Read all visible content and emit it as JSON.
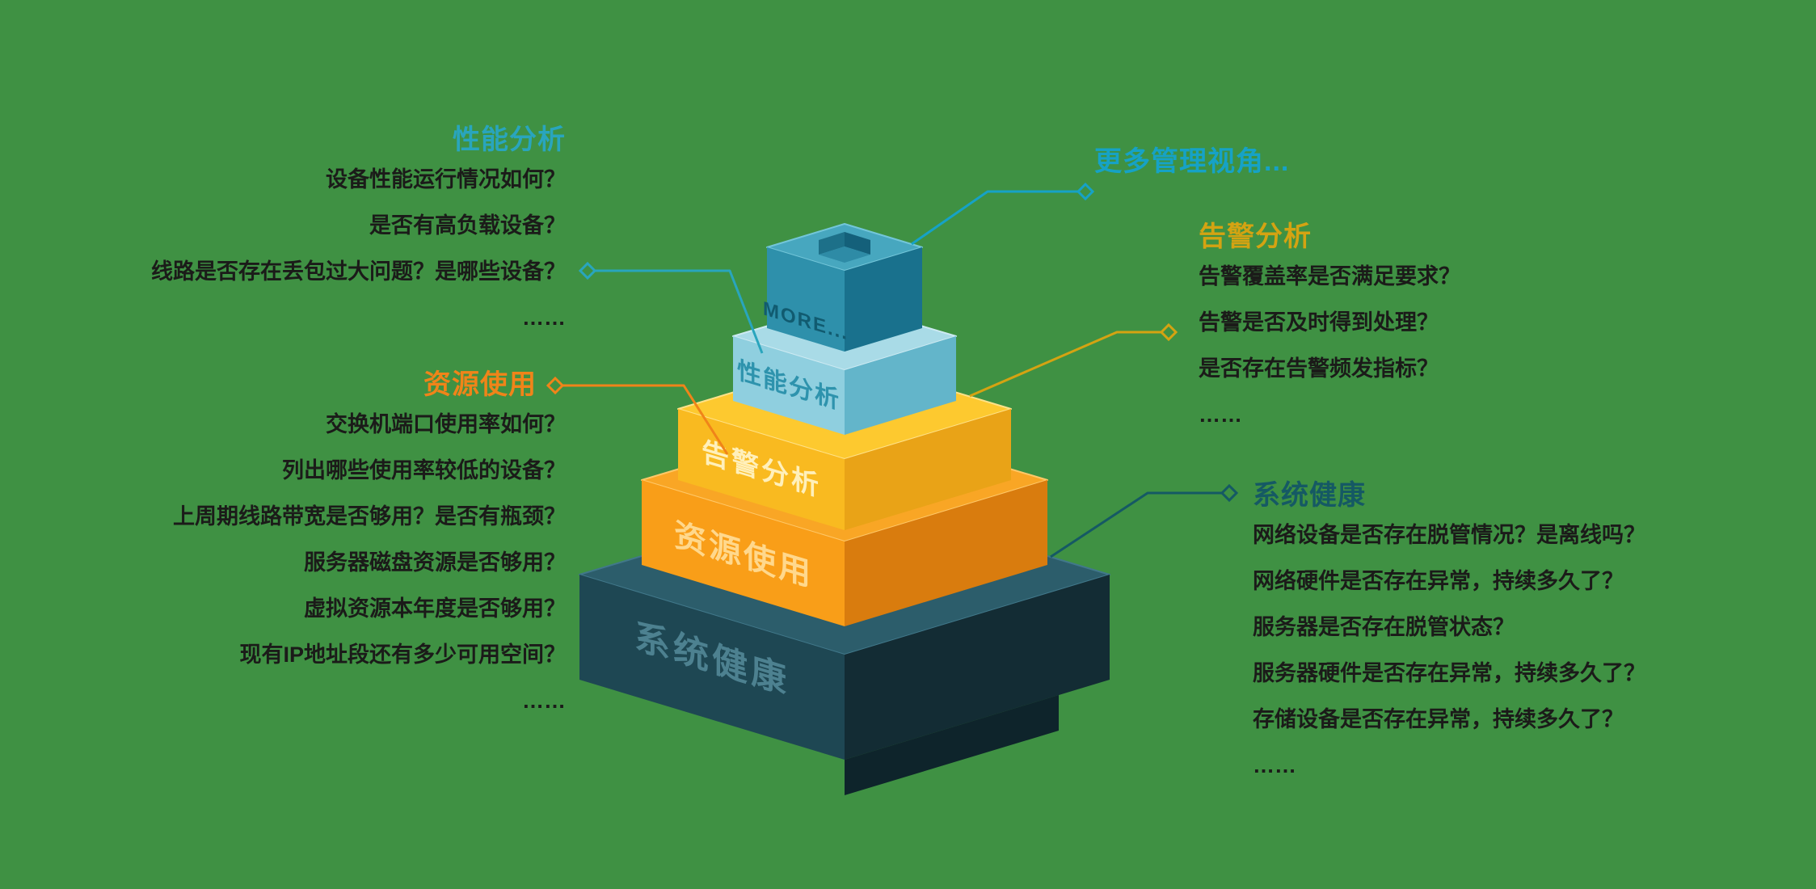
{
  "colors": {
    "background": "#3f9143",
    "performance_accent": "#29a5bd",
    "resource_accent": "#f08419",
    "more_accent": "#16a2c6",
    "alarm_accent": "#d4a312",
    "health_accent": "#155964"
  },
  "pyramid": {
    "base_shadow_color": "#0e242b",
    "layers": [
      {
        "label": "系统健康",
        "top_color": "#2c5d6b",
        "left_color": "#1e4753",
        "right_color": "#132c34",
        "label_color": "#4d8190"
      },
      {
        "label": "资源使用",
        "top_color": "#f9a625",
        "left_color": "#f99e18",
        "right_color": "#d97c0e",
        "label_color": "#ffd88c"
      },
      {
        "label": "告警分析",
        "top_color": "#fdc92f",
        "left_color": "#f9ba20",
        "right_color": "#e9a317",
        "label_color": "#fff0bb"
      },
      {
        "label": "性能分析",
        "top_color": "#a9dbe7",
        "left_color": "#8fcfdf",
        "right_color": "#63b5ca",
        "label_color": "#2e93ad"
      },
      {
        "label": "MORE...",
        "top_color": "#47a7bf",
        "left_color": "#2e90ab",
        "right_color": "#19718d",
        "label_color": "#115b70"
      }
    ]
  },
  "annotations": {
    "performance": {
      "title": "性能分析",
      "lines": [
        "设备性能运行情况如何？",
        "是否有高负载设备？",
        "线路是否存在丢包过大问题？是哪些设备？",
        "……"
      ]
    },
    "resource": {
      "title": "资源使用",
      "lines": [
        "交换机端口使用率如何？",
        "列出哪些使用率较低的设备？",
        "上周期线路带宽是否够用？是否有瓶颈？",
        "服务器磁盘资源是否够用？",
        "虚拟资源本年度是否够用？",
        "现有IP地址段还有多少可用空间？",
        "……"
      ]
    },
    "more": {
      "title": "更多管理视角..."
    },
    "alarm": {
      "title": "告警分析",
      "lines": [
        "告警覆盖率是否满足要求？",
        "告警是否及时得到处理？",
        "是否存在告警频发指标？",
        "……"
      ]
    },
    "health": {
      "title": "系统健康",
      "lines": [
        "网络设备是否存在脱管情况？是离线吗？",
        "网络硬件是否存在异常，持续多久了？",
        "服务器是否存在脱管状态？",
        "服务器硬件是否存在异常，持续多久了？",
        "存储设备是否存在异常，持续多久了？",
        "……"
      ]
    }
  }
}
